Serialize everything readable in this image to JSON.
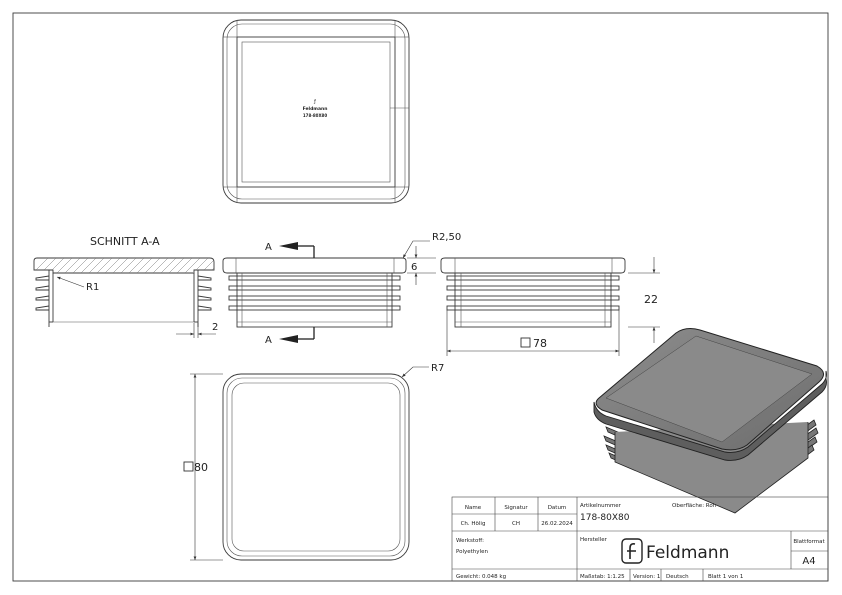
{
  "drawing": {
    "section_title": "SCHNITT A-A",
    "label_a": "A",
    "dim_r1": "R1",
    "dim_r250": "R2,50",
    "dim_6": "6",
    "dim_22": "22",
    "dim_78": "78",
    "dim_2": "2",
    "dim_r7": "R7",
    "dim_80": "80",
    "part_logo": "Feldmann",
    "part_number": "178-80X80"
  },
  "title_block": {
    "h_name": "Name",
    "h_signatur": "Signatur",
    "h_datum": "Datum",
    "v_name": "Ch. Hölig",
    "v_signatur": "CH",
    "v_datum": "26.02.2024",
    "artikel_label": "Artikelnummer",
    "artikel_value": "178-80X80",
    "oberflaeche": "Oberfläche:  Roh",
    "werkstoff_label": "Werkstoff:",
    "werkstoff_value": "Polyethylen",
    "hersteller_label": "Hersteller",
    "logo_text": "Feldmann",
    "blattformat_label": "Blattformat",
    "blattformat_value": "A4",
    "gewicht": "Gewicht: 0.048 kg",
    "massstab": "Maßstab: 1:1.25",
    "version": "Version: 1",
    "sprache": "Deutsch",
    "blatt": "Blatt 1 von 1"
  }
}
